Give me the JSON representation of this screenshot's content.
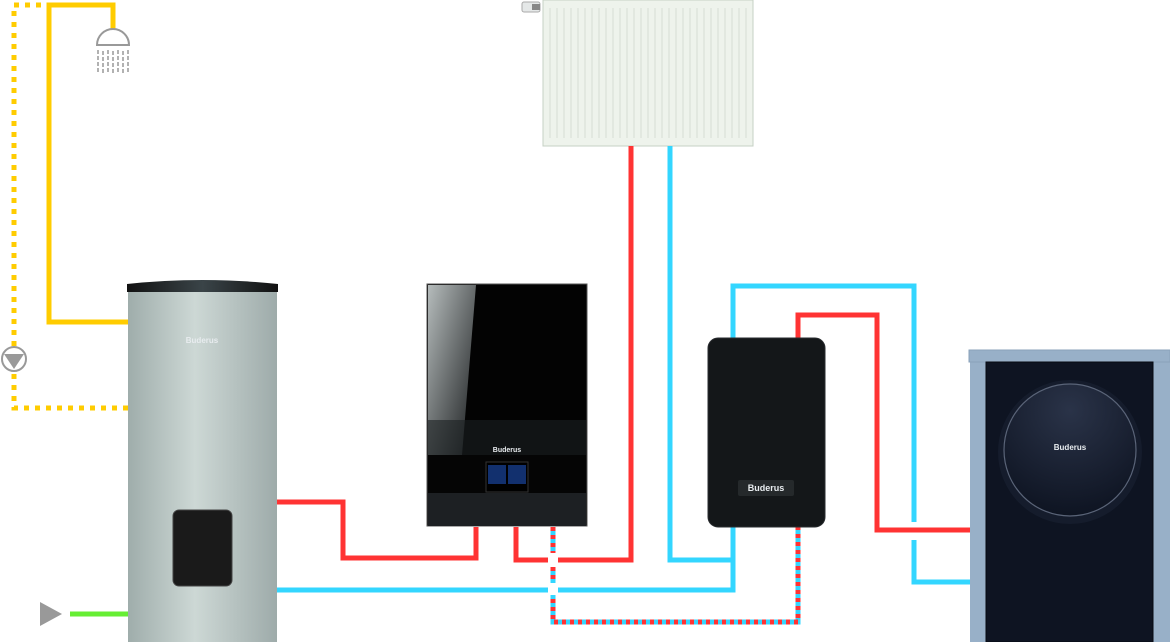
{
  "diagram": {
    "components": {
      "storage_tank": {
        "brand": "Buderus"
      },
      "gas_boiler": {
        "brand": "Buderus"
      },
      "hydraulic_module": {
        "brand": "Buderus"
      },
      "heat_pump": {
        "brand": "Buderus"
      },
      "radiator": {},
      "shower": {},
      "circulation_pump": {},
      "cold_water_inlet": {}
    },
    "colors": {
      "hot_water": "#ffcc00",
      "flow": "#ff3333",
      "return": "#33d6ff",
      "cold_inlet": "#66ee33"
    }
  }
}
